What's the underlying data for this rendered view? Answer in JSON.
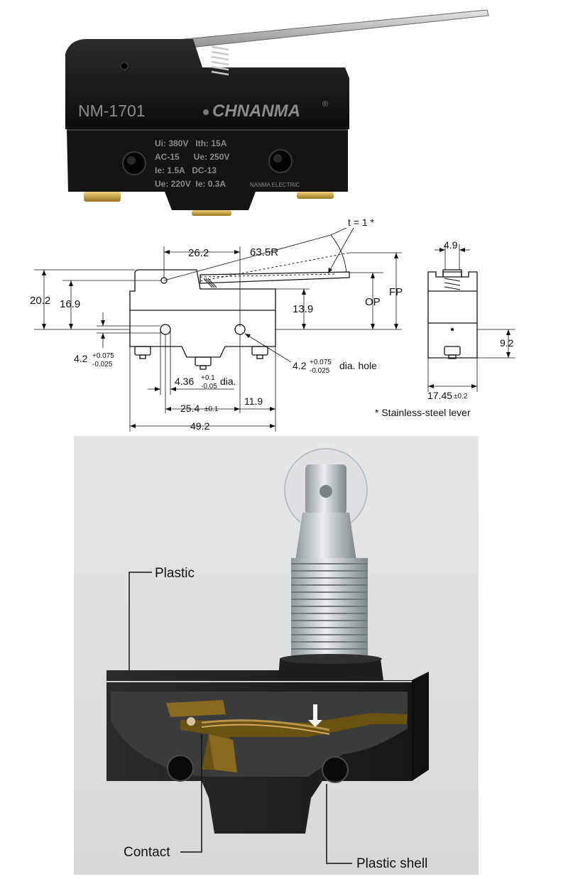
{
  "photo": {
    "model": "NM-1701",
    "brand": "CHNANMA",
    "registered_mark": "®",
    "rating_lines": [
      "Ui: 380V   Ith: 15A",
      "AC-15      Ue: 250V",
      "Ie: 1.5A   DC-13",
      "Ue: 220V  Ie: 0.3A"
    ],
    "maker": "NANMA ELECTRIC"
  },
  "drawing": {
    "thickness_note": "t = 1 *",
    "radius": "63.5R",
    "dim_26_2": "26.2",
    "dim_20_2": "20.2",
    "dim_16_9": "16.9",
    "dim_13_9": "13.9",
    "op": "OP",
    "fp": "FP",
    "mount_hole_left": {
      "value": "4.2",
      "tol_plus": "+0.075",
      "tol_minus": "-0.025"
    },
    "mount_hole_right": {
      "value": "4.2",
      "tol_plus": "+0.075",
      "tol_minus": "-0.025",
      "suffix": "dia. hole"
    },
    "pin_dia": {
      "value": "4.36",
      "tol_plus": "+0.1",
      "tol_minus": "-0.05",
      "suffix": "dia."
    },
    "dim_25_4": {
      "value": "25.4",
      "tol": "±0.1"
    },
    "dim_11_9": "11.9",
    "dim_49_2": "49.2",
    "side_4_9": "4.9",
    "side_9_2": "9.2",
    "side_17_45": {
      "value": "17.45",
      "tol": "±0.2"
    },
    "footnote": "* Stainless-steel lever"
  },
  "cutaway": {
    "label_plastic": "Plastic",
    "label_contact": "Contact",
    "label_shell": "Plastic shell"
  }
}
